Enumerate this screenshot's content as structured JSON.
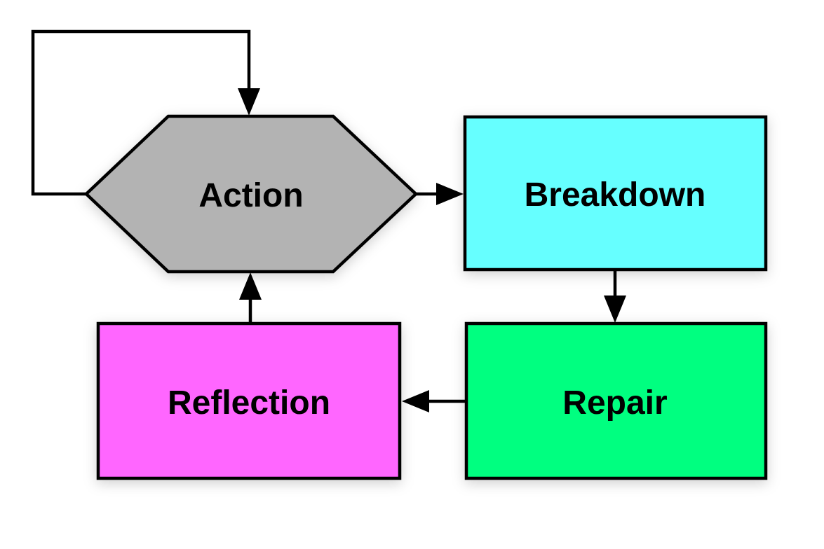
{
  "diagram": {
    "background_color": "#ffffff",
    "stroke_color": "#000000",
    "nodes": [
      {
        "id": "action",
        "label": "Action",
        "shape": "hexagon",
        "fill": "#b3b3b3"
      },
      {
        "id": "breakdown",
        "label": "Breakdown",
        "shape": "rectangle",
        "fill": "#66ffff"
      },
      {
        "id": "repair",
        "label": "Repair",
        "shape": "rectangle",
        "fill": "#00ff80"
      },
      {
        "id": "reflection",
        "label": "Reflection",
        "shape": "rectangle",
        "fill": "#ff66ff"
      }
    ],
    "edges": [
      {
        "from": "action",
        "to": "action",
        "type": "self-loop"
      },
      {
        "from": "action",
        "to": "breakdown",
        "type": "arrow"
      },
      {
        "from": "breakdown",
        "to": "repair",
        "type": "arrow"
      },
      {
        "from": "repair",
        "to": "reflection",
        "type": "arrow"
      },
      {
        "from": "reflection",
        "to": "action",
        "type": "arrow"
      }
    ]
  }
}
